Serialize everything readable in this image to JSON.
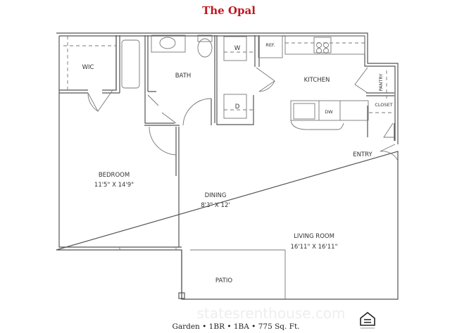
{
  "title": "The Opal",
  "rooms": {
    "wic": "WIC",
    "bath": "BATH",
    "washer": "W",
    "dryer": "D",
    "ref": "REF.",
    "kitchen": "KITCHEN",
    "pantry": "PANTRY",
    "closet": "CLOSET",
    "dw": "DW",
    "entry": "ENTRY",
    "bedroom": "BEDROOM",
    "bedroom_dims": "11'5\" X 14'9\"",
    "dining": "DINING",
    "dining_dims": "8'3\" X 12'",
    "living": "LIVING ROOM",
    "living_dims": "16'11\" X 16'11\"",
    "patio": "PATIO"
  },
  "footer": "Garden • 1BR • 1BA • 775 Sq. Ft.",
  "watermark": "statesrenthouse.com",
  "colors": {
    "title": "#c0171f"
  }
}
